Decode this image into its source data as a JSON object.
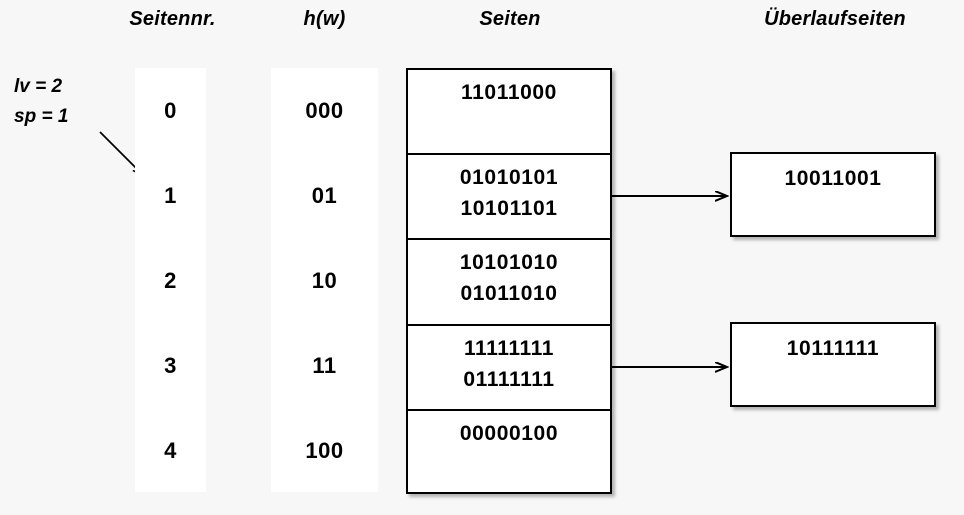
{
  "headers": {
    "seitennr": "Seitennr.",
    "hw": "h(w)",
    "seiten": "Seiten",
    "ueberlaufseiten": "Überlaufseiten"
  },
  "params": {
    "lv": "lv = 2",
    "sp": "sp = 1",
    "pointer_icon": "diagonal-arrow-icon"
  },
  "colors": {
    "background": "#f7f7f7",
    "column_strip": "#ffffff",
    "box_fill": "#ffffff",
    "stroke": "#000000"
  },
  "rows": [
    {
      "seitennr": "0",
      "hw": "000",
      "records": [
        "11011000"
      ]
    },
    {
      "seitennr": "1",
      "hw": "01",
      "records": [
        "01010101",
        "10101101"
      ]
    },
    {
      "seitennr": "2",
      "hw": "10",
      "records": [
        "10101010",
        "01011010"
      ]
    },
    {
      "seitennr": "3",
      "hw": "11",
      "records": [
        "11111111",
        "01111111"
      ]
    },
    {
      "seitennr": "4",
      "hw": "100",
      "records": [
        "00000100"
      ]
    }
  ],
  "overflow_pages": [
    {
      "from_row": "1",
      "records": [
        "10011001"
      ]
    },
    {
      "from_row": "3",
      "records": [
        "10111111"
      ]
    }
  ]
}
